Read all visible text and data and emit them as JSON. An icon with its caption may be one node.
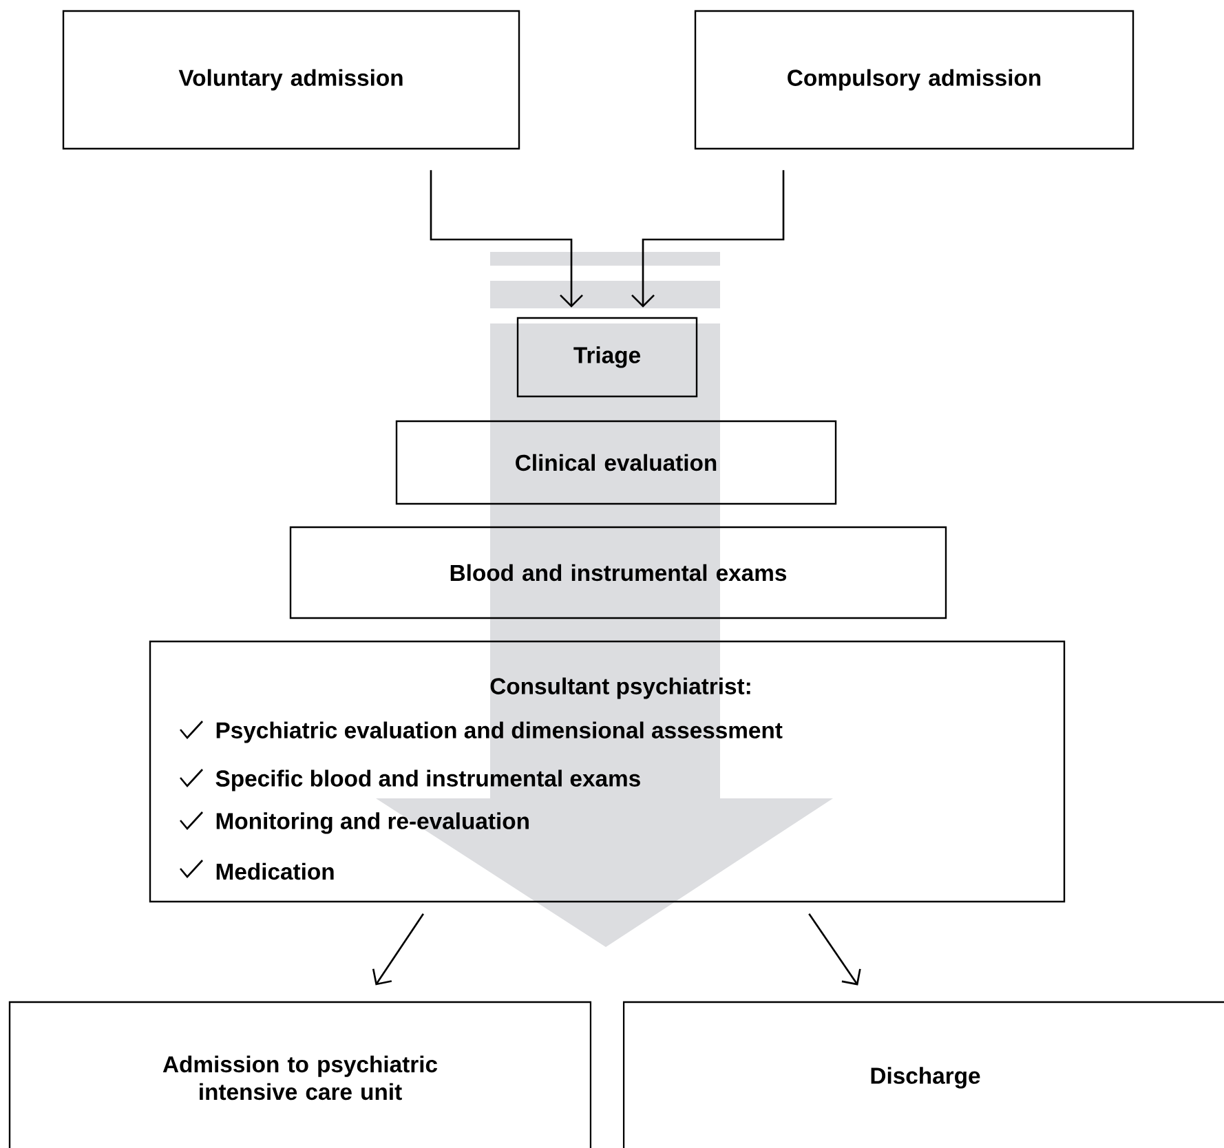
{
  "diagram": {
    "nodes": [
      {
        "text": [
          "Voluntary admission"
        ]
      },
      {
        "text": [
          "Compulsory admission"
        ]
      },
      {
        "text": [
          "Triage"
        ]
      },
      {
        "text": [
          "Clinical  evaluation"
        ]
      },
      {
        "text": [
          "Blood and instrumental exams"
        ]
      },
      {
        "text": [
          "Consultant psychiatrist:",
          "Psychiatric evaluation and dimensional assessment",
          "Specific blood and instrumental exams",
          "Monitoring and re-evaluation",
          "Medication"
        ]
      },
      {
        "text": [
          "Admission to psychiatric intensive care unit"
        ]
      },
      {
        "text": [
          "Discharge"
        ]
      }
    ],
    "edges": [
      {
        "from": 0,
        "to": 2,
        "arrow": "to"
      },
      {
        "from": 1,
        "to": 2,
        "arrow": "to"
      },
      {
        "from": 5,
        "to": 6,
        "arrow": "to"
      },
      {
        "from": 5,
        "to": 7,
        "arrow": "to"
      }
    ]
  }
}
